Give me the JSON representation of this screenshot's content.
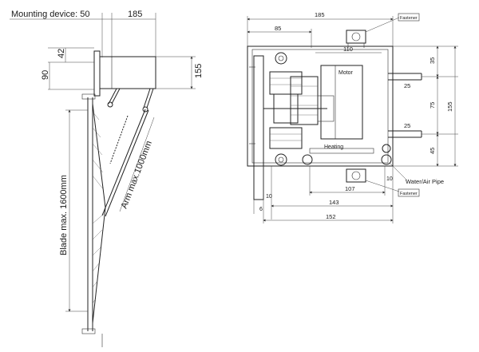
{
  "left_view": {
    "mounting_device": "Mounting device: 50",
    "dim_top_width": "185",
    "dim_42": "42",
    "dim_90": "90",
    "dim_155": "155",
    "arm_label": "Arm max.1000mm",
    "blade_label": "Blade max. 1600mm"
  },
  "right_view": {
    "dim_185": "185",
    "dim_85": "85",
    "dim_110": "110",
    "fastener_top": "Fastener",
    "fastener_bottom": "Fastener",
    "motor_label": "Motor",
    "heating_label": "Heating",
    "water_air_pipe": "Water/Air Pipe",
    "dim_35": "35",
    "dim_25_top": "25",
    "dim_75": "75",
    "dim_155": "155",
    "dim_25_bottom": "25",
    "dim_45": "45",
    "dim_10_left": "10",
    "dim_10_right": "10",
    "dim_6": "6",
    "dim_107": "107",
    "dim_143": "143",
    "dim_152": "152"
  }
}
